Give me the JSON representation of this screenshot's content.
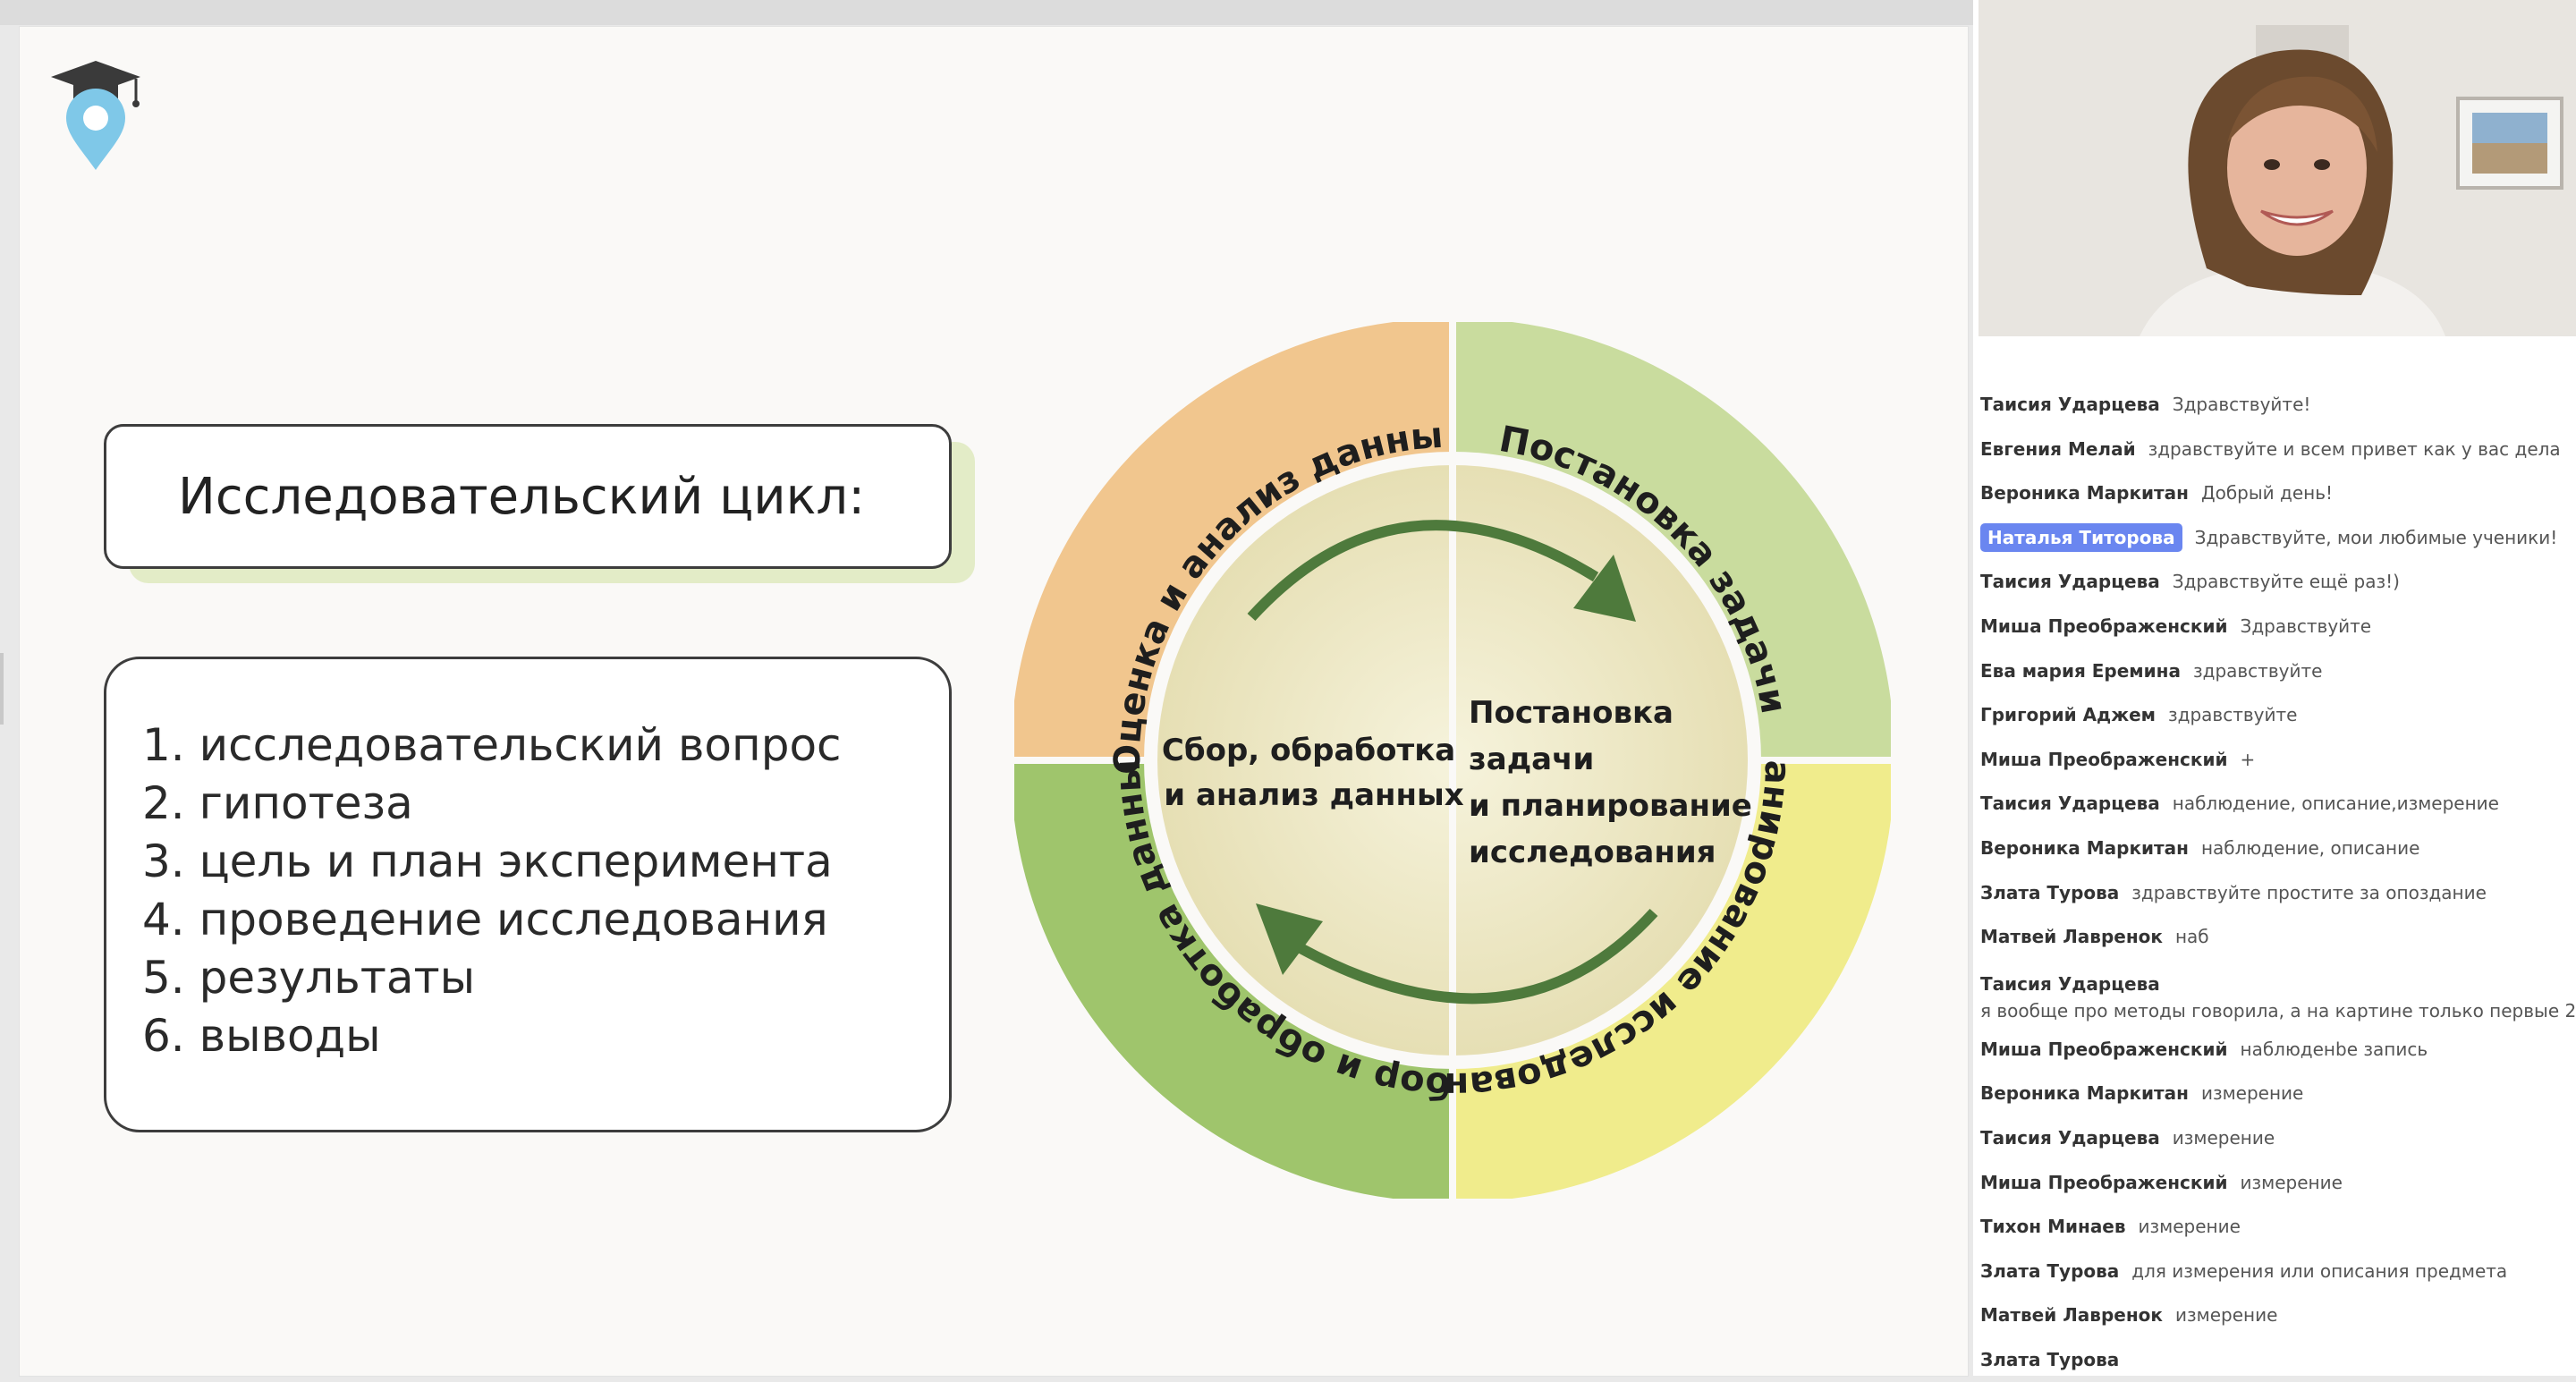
{
  "slide": {
    "title": "Исследовательский цикл:",
    "steps": [
      "1. исследовательский вопрос",
      "2. гипотеза",
      "3. цель и план эксперимента",
      "4. проведение исследования",
      "5. результаты",
      "6. выводы"
    ],
    "cycle": {
      "outer_top_left": "Оценка и анализ данных",
      "outer_top_right": "Постановка задачи",
      "outer_bottom_right": "Планирование исследования",
      "outer_bottom_left": "Сбор и обработка данных",
      "inner_left": [
        "Сбор, обработка",
        "и анализ данных"
      ],
      "inner_right": [
        "Постановка",
        "задачи",
        "и планирование",
        "исследования"
      ]
    },
    "colors": {
      "orange": "#f1c68e",
      "green_light": "#c9dc9e",
      "yellow": "#f0ec8c",
      "green": "#9fc56c",
      "inner": "#f0eccc",
      "arrow": "#4e7a3c"
    }
  },
  "chat": {
    "messages": [
      {
        "name": "Таисия Ударцева",
        "text": "Здравствуйте!"
      },
      {
        "name": "Евгения Мелай",
        "text": "здравствуйте и всем привет как у вас дела"
      },
      {
        "name": "Вероника Маркитан",
        "text": "Добрый день!"
      },
      {
        "name": "Наталья Титорова",
        "text": "Здравствуйте, мои любимые ученики!",
        "highlight": true
      },
      {
        "name": "Таисия Ударцева",
        "text": "Здравствуйте ещё раз!)"
      },
      {
        "name": "Миша Преображенский",
        "text": "Здравствуйте"
      },
      {
        "name": "Ева мария Еремина",
        "text": "здравствуйте"
      },
      {
        "name": "Григорий Аджем",
        "text": "здравствуйте"
      },
      {
        "name": "Миша Преображенский",
        "text": "+"
      },
      {
        "name": "Таисия Ударцева",
        "text": "наблюдение, описание,измерение"
      },
      {
        "name": "Вероника Маркитан",
        "text": "наблюдение, описание"
      },
      {
        "name": "Злата Турова",
        "text": "здравствуйте простите за опоздание"
      },
      {
        "name": "Матвей Лавренок",
        "text": "наб"
      },
      {
        "name": "Таисия Ударцева",
        "text": "я вообще про методы говорила, а на картине только первые 2",
        "wrap": true
      },
      {
        "name": "Миша Преображенский",
        "text": "наблюденbе запись"
      },
      {
        "name": "Вероника Маркитан",
        "text": "измерение"
      },
      {
        "name": "Таисия Ударцева",
        "text": "измерение"
      },
      {
        "name": "Миша Преображенский",
        "text": "измерение"
      },
      {
        "name": "Тихон Минаев",
        "text": "измерение"
      },
      {
        "name": "Злата Турова",
        "text": "для измерения или описания предмета"
      },
      {
        "name": "Матвей Лавренок",
        "text": "измерение"
      },
      {
        "name": "Злата Турова",
        "text": ""
      }
    ]
  }
}
